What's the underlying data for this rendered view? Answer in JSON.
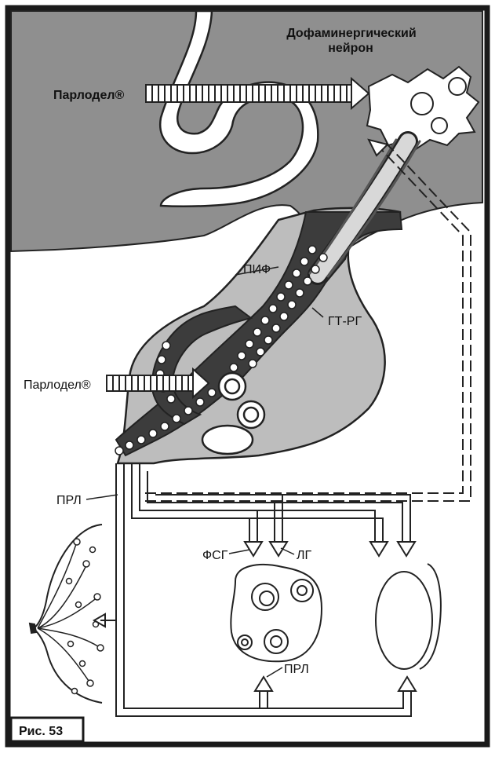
{
  "labels": {
    "neuron_line1": "Дофаминергический",
    "neuron_line2": "нейрон",
    "parlodel_top": "Парлодел®",
    "parlodel_mid": "Парлодел®",
    "pif": "ПИФ",
    "gtrg": "ГТ-РГ",
    "prl_left": "ПРЛ",
    "fsg": "ФСГ",
    "lg": "ЛГ",
    "prl_bottom": "ПРЛ",
    "figure": "Рис. 53"
  },
  "colors": {
    "frame": "#1a1a1a",
    "brain": "#8f8f8f",
    "pituitary": "#bdbdbd",
    "dark_band": "#3c3c3c",
    "outline": "#222222",
    "paper": "#ffffff"
  }
}
